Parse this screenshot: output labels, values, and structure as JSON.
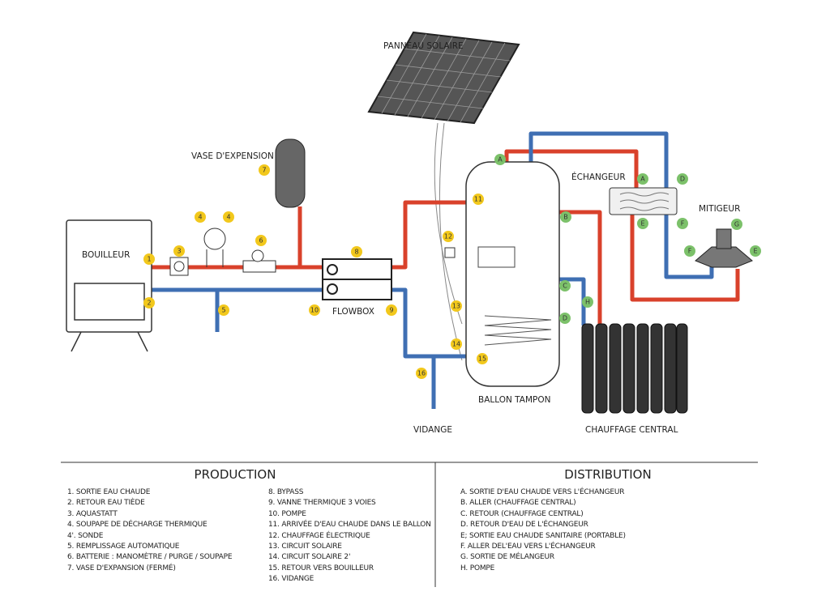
{
  "labels": {
    "solar_panel": "PANNEAU SOLAIRE",
    "expansion_vessel": "VASE D'EXPENSION",
    "boiler": "BOUILLEUR",
    "flowbox": "FLOWBOX",
    "tank": "BALLON TAMPON",
    "drain": "VIDANGE",
    "exchanger": "ÉCHANGEUR",
    "mixer": "MITIGEUR",
    "radiator": "CHAUFFAGE CENTRAL"
  },
  "number_badges": [
    "1",
    "2",
    "3",
    "4",
    "4",
    "6",
    "7",
    "8",
    "5",
    "10",
    "9",
    "11",
    "12",
    "13",
    "14",
    "15",
    "16"
  ],
  "letter_badges": [
    "A",
    "A",
    "D",
    "B",
    "E",
    "F",
    "G",
    "F",
    "E",
    "C",
    "H",
    "D"
  ],
  "colors": {
    "hot_pipe": "#d9412b",
    "cold_pipe": "#3f6fb3",
    "number_badge": "#f2c81c",
    "letter_badge": "#7cc16a"
  },
  "production": {
    "title": "PRODUCTION",
    "col1": [
      "1. SORTIE EAU CHAUDE",
      "2. RETOUR EAU TIÈDE",
      "3. AQUASTATT",
      "4. SOUPAPE DE DÉCHARGE THERMIQUE",
      "4'. SONDE",
      "5. REMPLISSAGE AUTOMATIQUE",
      "6. BATTERIE : MANOMÈTRE / PURGE / SOUPAPE",
      "7. VASE D'EXPANSION (FERMÉ)"
    ],
    "col2": [
      "8. BYPASS",
      "9. VANNE THERMIQUE 3 VOIES",
      "10. POMPE",
      "11. ARRIVÉE D'EAU CHAUDE DANS LE BALLON",
      "12. CHAUFFAGE ÉLECTRIQUE",
      "13. CIRCUIT SOLAIRE",
      "14. CIRCUIT SOLAIRE 2'",
      "15. RETOUR VERS BOUILLEUR",
      "16. VIDANGE"
    ]
  },
  "distribution": {
    "title": "DISTRIBUTION",
    "items": [
      "A. SORTIE D'EAU CHAUDE VERS L'ÉCHANGEUR",
      "B. ALLER (CHAUFFAGE CENTRAL)",
      "C. RETOUR (CHAUFFAGE CENTRAL)",
      "D. RETOUR D'EAU DE L'ÉCHANGEUR",
      "E; SORTIE EAU CHAUDE SANITAIRE (PORTABLE)",
      "F. ALLER DEL'EAU VERS L'ÉCHANGEUR",
      "G. SORTIE DE MÉLANGEUR",
      "H. POMPE"
    ]
  }
}
